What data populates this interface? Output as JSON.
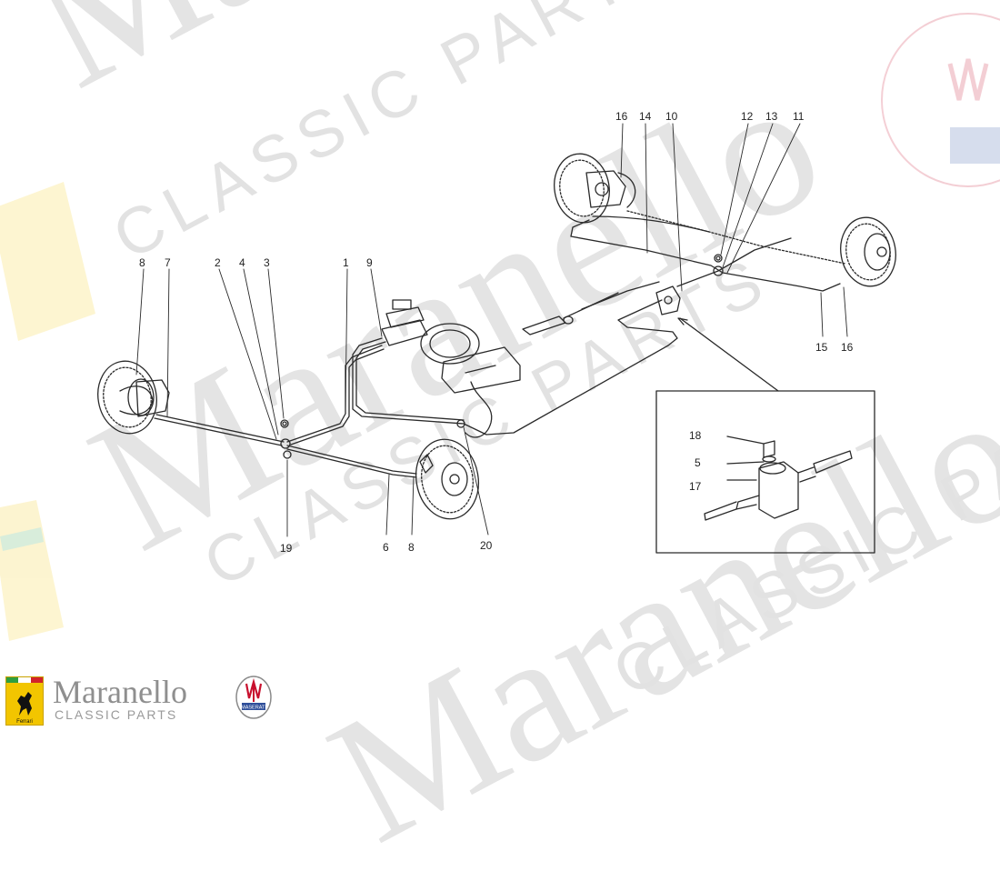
{
  "watermark": {
    "brand": "Maranello",
    "tagline": "CLASSIC PARTS"
  },
  "logo": {
    "brand": "Maranello",
    "tagline": "CLASSIC PARTS",
    "ferrari_badge_text": "Ferrari",
    "maserati_badge_text": "MASERATI"
  },
  "callouts": {
    "c1": "1",
    "c2": "2",
    "c3": "3",
    "c4": "4",
    "c5": "5",
    "c6": "6",
    "c7": "7",
    "c8a": "8",
    "c8b": "8",
    "c9": "9",
    "c10": "10",
    "c11": "11",
    "c12": "12",
    "c13": "13",
    "c14": "14",
    "c15": "15",
    "c16a": "16",
    "c16b": "16",
    "c17": "17",
    "c18": "18",
    "c19": "19",
    "c20": "20"
  },
  "colors": {
    "line": "#2a2a2a",
    "watermark": "#e4e4e4",
    "badge_yellow": "#f2c500",
    "maserati_red": "#c8102e"
  }
}
